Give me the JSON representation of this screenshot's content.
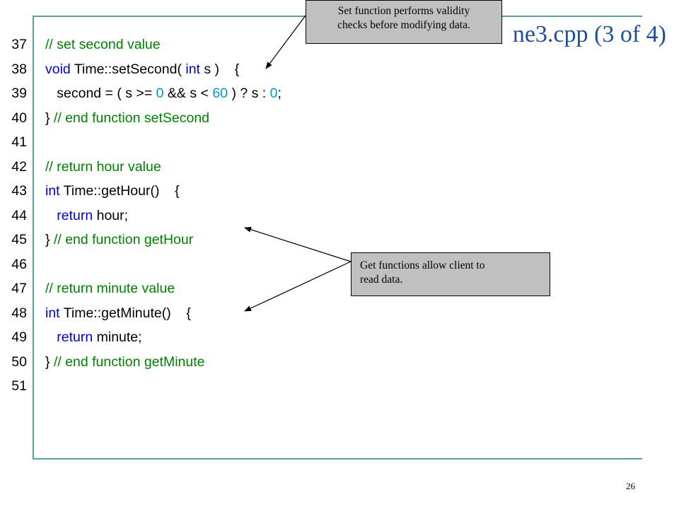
{
  "title": "ne3.cpp (3 of 4)",
  "page_number": "26",
  "callouts": {
    "set_function": {
      "line1": "Set function performs validity",
      "line2": "checks before modifying data."
    },
    "get_functions": {
      "line1": "Get functions allow client to",
      "line2": "read data."
    }
  },
  "code_lines": [
    {
      "n": "37",
      "parts": [
        {
          "t": "// set second value",
          "c": "cm"
        }
      ]
    },
    {
      "n": "38",
      "parts": [
        {
          "t": "void",
          "c": "kw"
        },
        {
          "t": " Time::setSecond( ",
          "c": ""
        },
        {
          "t": "int",
          "c": "kw"
        },
        {
          "t": " s )    {",
          "c": ""
        }
      ]
    },
    {
      "n": "39",
      "parts": [
        {
          "t": "   second = ( s >= ",
          "c": ""
        },
        {
          "t": "0",
          "c": "num"
        },
        {
          "t": " && s < ",
          "c": ""
        },
        {
          "t": "60",
          "c": "num"
        },
        {
          "t": " ) ? s : ",
          "c": ""
        },
        {
          "t": "0",
          "c": "num"
        },
        {
          "t": ";",
          "c": ""
        }
      ]
    },
    {
      "n": "40",
      "parts": [
        {
          "t": "} ",
          "c": ""
        },
        {
          "t": "// end function setSecond",
          "c": "cm"
        }
      ]
    },
    {
      "n": "41",
      "parts": []
    },
    {
      "n": "42",
      "parts": [
        {
          "t": "// return hour value",
          "c": "cm"
        }
      ]
    },
    {
      "n": "43",
      "parts": [
        {
          "t": "int",
          "c": "kw"
        },
        {
          "t": " Time::getHour()    {",
          "c": ""
        }
      ]
    },
    {
      "n": "44",
      "parts": [
        {
          "t": "   return",
          "c": "kw"
        },
        {
          "t": " hour;",
          "c": ""
        }
      ]
    },
    {
      "n": "45",
      "parts": [
        {
          "t": "} ",
          "c": ""
        },
        {
          "t": "// end function getHour",
          "c": "cm"
        }
      ]
    },
    {
      "n": "46",
      "parts": []
    },
    {
      "n": "47",
      "parts": [
        {
          "t": "// return minute value",
          "c": "cm"
        }
      ]
    },
    {
      "n": "48",
      "parts": [
        {
          "t": "int",
          "c": "kw"
        },
        {
          "t": " Time::getMinute()    {",
          "c": ""
        }
      ]
    },
    {
      "n": "49",
      "parts": [
        {
          "t": "   return",
          "c": "kw"
        },
        {
          "t": " minute;",
          "c": ""
        }
      ]
    },
    {
      "n": "50",
      "parts": [
        {
          "t": "} ",
          "c": ""
        },
        {
          "t": "// end function getMinute",
          "c": "cm"
        }
      ]
    },
    {
      "n": "51",
      "parts": []
    }
  ]
}
